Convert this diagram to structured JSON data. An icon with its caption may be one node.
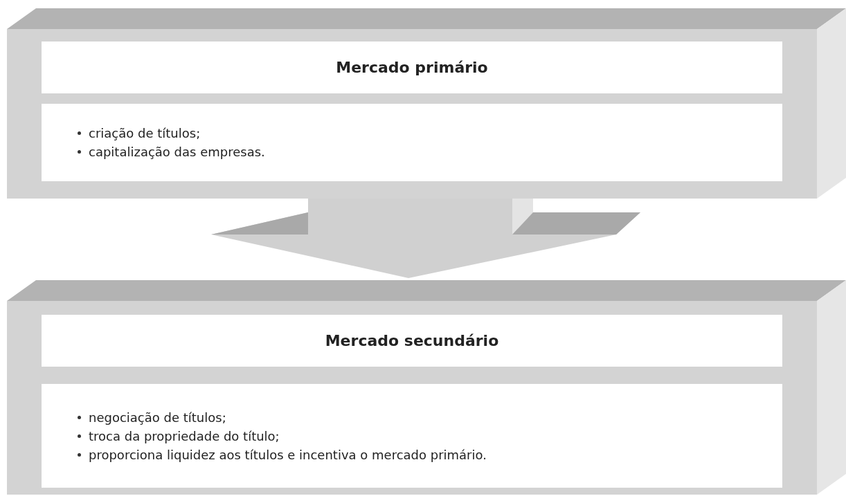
{
  "diagram": {
    "nodes": [
      {
        "text": [],
        "shape": "box"
      },
      {
        "text": [
          "Mercado primário"
        ],
        "in": 0
      },
      {
        "text": [
          "criação de títulos;",
          "capitalização das empresas."
        ],
        "in": 0
      },
      {
        "text": [],
        "shape": "box"
      },
      {
        "text": [
          "Mercado secundário"
        ],
        "in": 3
      },
      {
        "text": [
          "negociação de títulos;",
          "troca da propriedade do título;",
          "proporciona liquidez aos títulos e incentiva o mercado primário."
        ],
        "in": 3
      }
    ],
    "edges": [
      {
        "from": 0,
        "to": 3,
        "arrow": "to",
        "style": "thick"
      }
    ]
  }
}
